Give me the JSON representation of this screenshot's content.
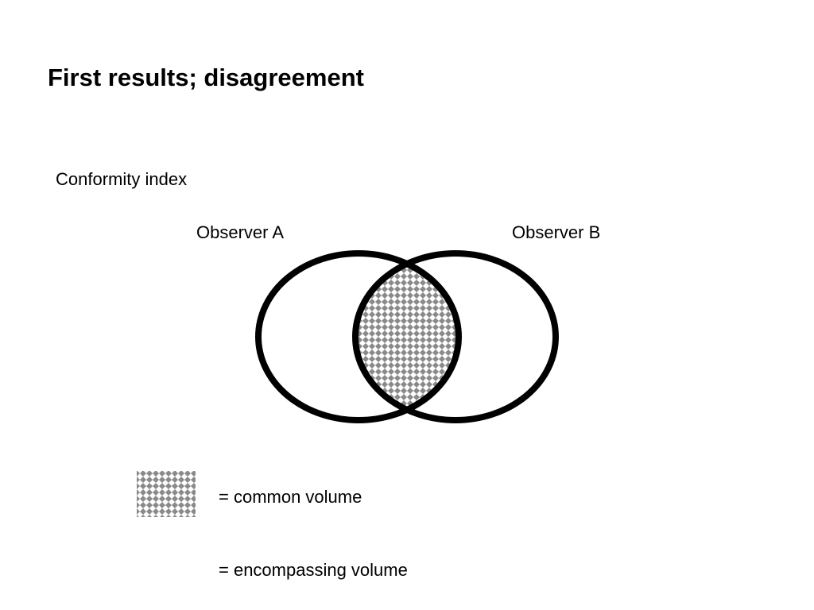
{
  "slide": {
    "title": "First results; disagreement",
    "subtitle": "Conformity index"
  },
  "diagram": {
    "observer_a_label": "Observer A",
    "observer_b_label": "Observer B",
    "region_pattern": "checkered-diamond",
    "pattern_color": "#8a8a8a",
    "outline_color": "#000000"
  },
  "legend": {
    "common_label": "= common volume",
    "encompassing_label": "= encompassing volume"
  }
}
